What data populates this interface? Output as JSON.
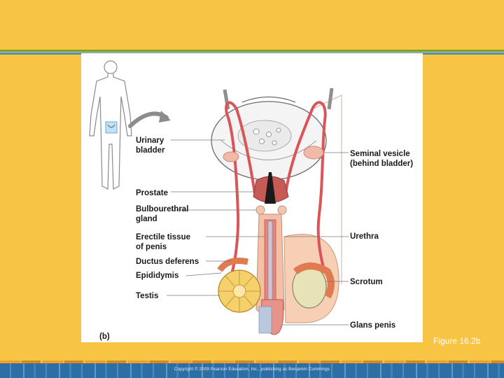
{
  "figure": {
    "panel_letter": "(b)",
    "caption": "Figure 16.2b",
    "labels": {
      "urinary_bladder": [
        "Urinary",
        "bladder"
      ],
      "prostate": "Prostate",
      "bulbourethral_gland": [
        "Bulbourethral",
        "gland"
      ],
      "erectile_tissue": [
        "Erectile tissue",
        "of penis"
      ],
      "ductus_deferens": "Ductus deferens",
      "epididymis": "Epididymis",
      "testis": "Testis",
      "seminal_vesicle": [
        "Seminal vesicle",
        "(behind bladder)"
      ],
      "urethra": "Urethra",
      "scrotum": "Scrotum",
      "glans_penis": "Glans penis"
    }
  },
  "footer": {
    "copyright": "Copyright © 2009 Pearson Education, Inc., publishing as Benjamin Cummings"
  },
  "colors": {
    "background": "#f8c444",
    "panel": "#ffffff",
    "ductus": "#d9555a",
    "prostate": "#c85a55",
    "testis": "#e8e2b8",
    "scrotum_skin": "#f6cfb4"
  }
}
